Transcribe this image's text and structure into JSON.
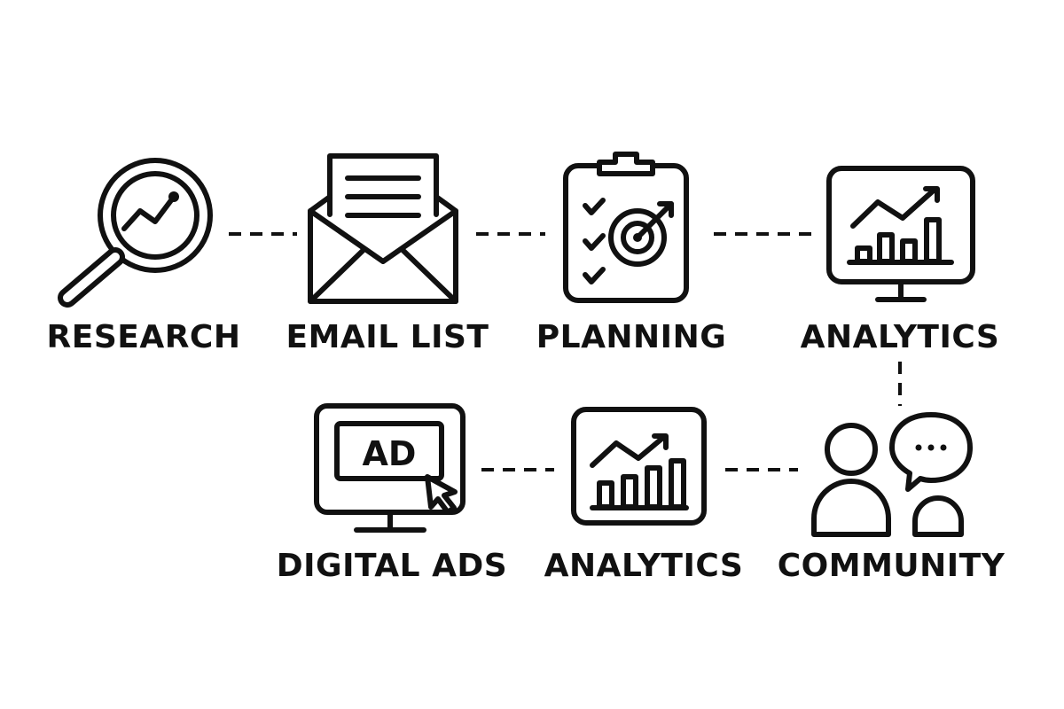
{
  "diagram": {
    "nodes": [
      {
        "id": "research",
        "label": "RESEARCH",
        "icon": "magnifier-trend-icon"
      },
      {
        "id": "email-list",
        "label": "EMAIL LIST",
        "icon": "envelope-letter-icon"
      },
      {
        "id": "planning",
        "label": "PLANNING",
        "icon": "clipboard-target-icon"
      },
      {
        "id": "analytics-top",
        "label": "ANALYTICS",
        "icon": "monitor-chart-icon"
      },
      {
        "id": "digital-ads",
        "label": "DIGITAL ADS",
        "icon": "ad-monitor-cursor-icon",
        "icon_text": "AD"
      },
      {
        "id": "analytics-bottom",
        "label": "ANALYTICS",
        "icon": "chart-frame-icon"
      },
      {
        "id": "community",
        "label": "COMMUNITY",
        "icon": "people-chat-icon"
      }
    ],
    "connections": [
      [
        "research",
        "email-list"
      ],
      [
        "email-list",
        "planning"
      ],
      [
        "planning",
        "analytics-top"
      ],
      [
        "analytics-top",
        "community"
      ],
      [
        "community",
        "analytics-bottom"
      ],
      [
        "analytics-bottom",
        "digital-ads"
      ]
    ],
    "line_color": "#111111",
    "background": "#ffffff"
  }
}
